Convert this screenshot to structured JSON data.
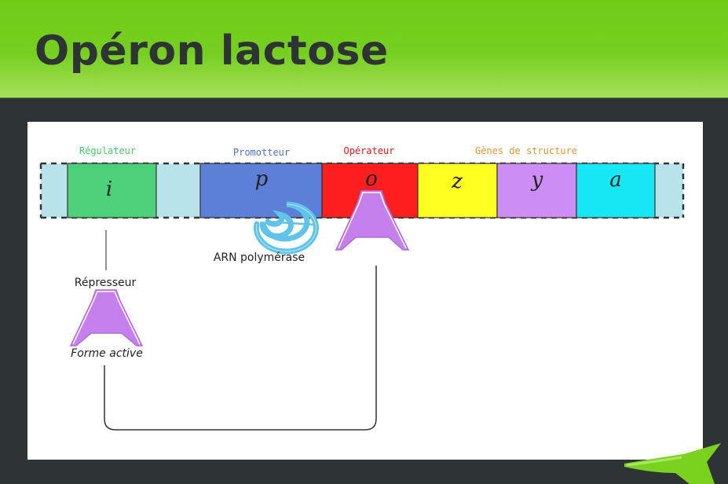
{
  "slide": {
    "title": "Opéron lactose"
  },
  "diagram": {
    "region_labels": {
      "regulateur": "Régulateur",
      "promotteur": "Promotteur",
      "operateur": "Opérateur",
      "genes": "Gènes de structure"
    },
    "genes": {
      "i": "i",
      "p": "p",
      "o": "o",
      "z": "z",
      "y": "y",
      "a": "a"
    },
    "annotations": {
      "polymerase": "ARN polymérase",
      "repressor": "Répresseur",
      "active_form": "Forme active"
    },
    "colors": {
      "regulateur": "#4cd07a",
      "promotteur": "#5c7fd8",
      "operateur": "#ff1f1f",
      "z": "#ffff22",
      "y": "#cc8ef4",
      "a": "#17e6f5",
      "dna_strand": "#b9e3ea",
      "repressor": "#c680ee",
      "polymerase": "#5fc3ea"
    }
  }
}
